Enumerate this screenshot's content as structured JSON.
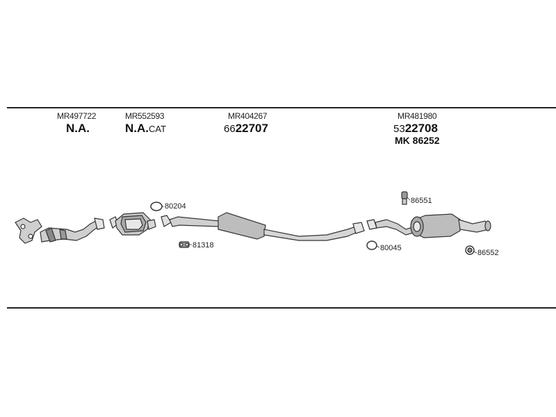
{
  "parts": [
    {
      "ref": "MR497722",
      "code_main": "N.A.",
      "code_prefix": "",
      "code_suffix": ""
    },
    {
      "ref": "MR552593",
      "code_main": "N.A.",
      "code_prefix": "",
      "code_suffix": "CAT"
    },
    {
      "ref": "MR404267",
      "code_main": "22707",
      "code_prefix": "66",
      "code_suffix": ""
    },
    {
      "ref": "MR481980",
      "code_main": "22708",
      "code_prefix": "53",
      "code_suffix": "",
      "secondary": "MK 86252"
    }
  ],
  "labels": {
    "gasket_80204": "80204",
    "bracket_81318": "81318",
    "gasket_80045": "80045",
    "hanger_86551": "86551",
    "rubber_86552": "86552"
  },
  "colors": {
    "line": "#222222",
    "part_fill": "#bdbdbd",
    "part_stroke": "#333333"
  }
}
